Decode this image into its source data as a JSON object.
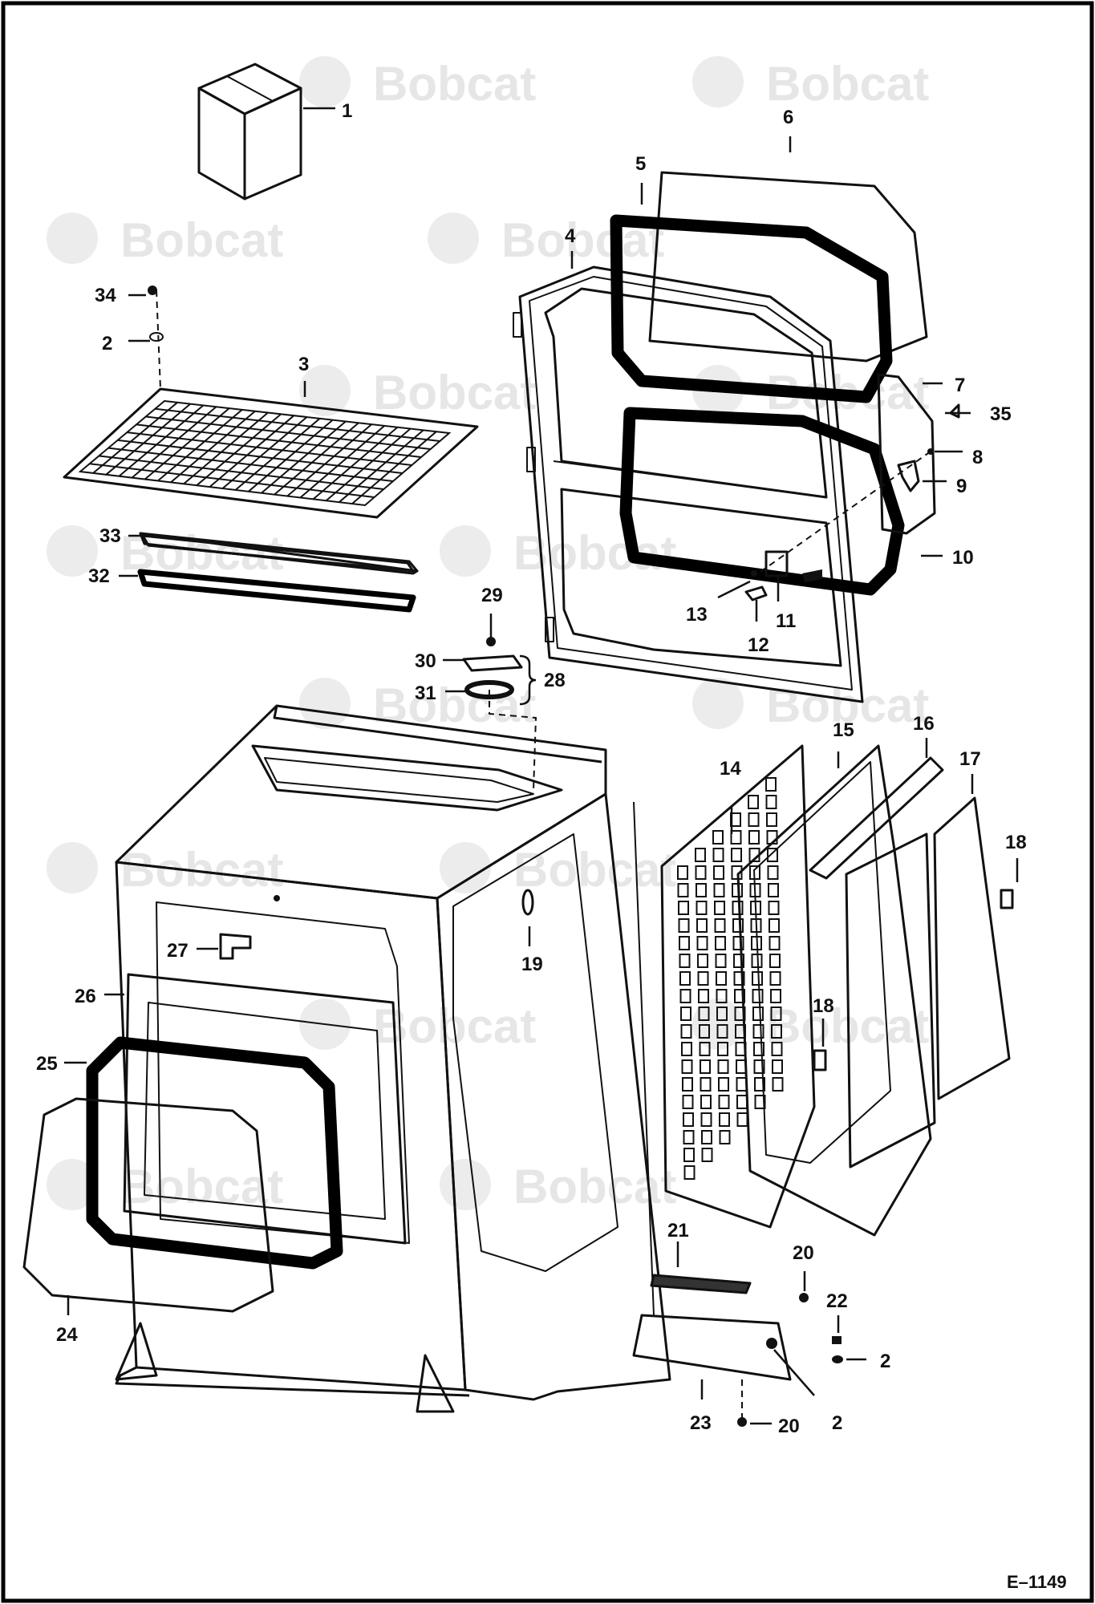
{
  "watermark": {
    "brand": "Bobcat"
  },
  "callouts": [
    "1",
    "2",
    "3",
    "4",
    "5",
    "6",
    "7",
    "8",
    "9",
    "10",
    "11",
    "12",
    "13",
    "14",
    "15",
    "16",
    "17",
    "18",
    "19",
    "20",
    "21",
    "22",
    "23",
    "24",
    "25",
    "26",
    "27",
    "28",
    "29",
    "30",
    "31",
    "32",
    "33",
    "34",
    "35"
  ],
  "reference": "E–1149"
}
